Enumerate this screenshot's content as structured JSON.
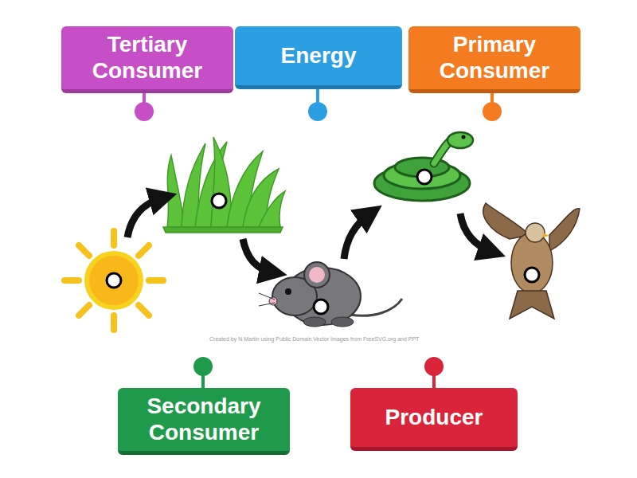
{
  "diagram": {
    "nodes": [
      {
        "text": [
          "Tertiary Consumer"
        ]
      },
      {
        "text": [
          "Energy"
        ]
      },
      {
        "text": [
          "Primary Consumer"
        ]
      },
      {
        "text": [
          "Secondary Consumer"
        ]
      },
      {
        "text": [
          "Producer"
        ]
      }
    ],
    "labels": [
      "Created by N Martin using Public Domain Vector Images from FreeSVG.org and PPT"
    ]
  }
}
